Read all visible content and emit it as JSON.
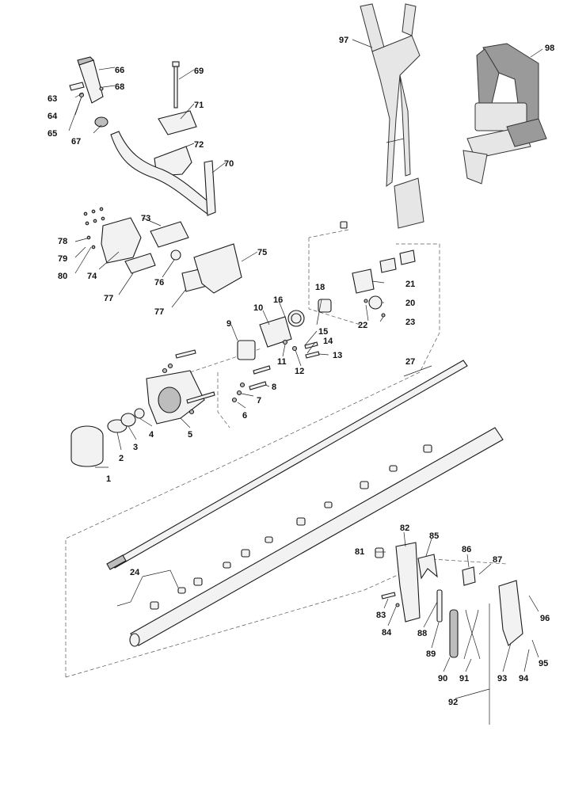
{
  "diagram": {
    "type": "exploded-parts-diagram",
    "part_numbers": [
      "1",
      "2",
      "3",
      "4",
      "5",
      "6",
      "7",
      "8",
      "9",
      "10",
      "11",
      "12",
      "13",
      "14",
      "15",
      "16",
      "18",
      "20",
      "21",
      "22",
      "23",
      "24",
      "27",
      "63",
      "64",
      "65",
      "66",
      "67",
      "68",
      "69",
      "70",
      "71",
      "72",
      "73",
      "74",
      "75",
      "76",
      "77",
      "77",
      "78",
      "79",
      "80",
      "81",
      "82",
      "83",
      "84",
      "85",
      "86",
      "87",
      "88",
      "89",
      "90",
      "91",
      "92",
      "93",
      "94",
      "95",
      "96",
      "97",
      "98"
    ]
  }
}
